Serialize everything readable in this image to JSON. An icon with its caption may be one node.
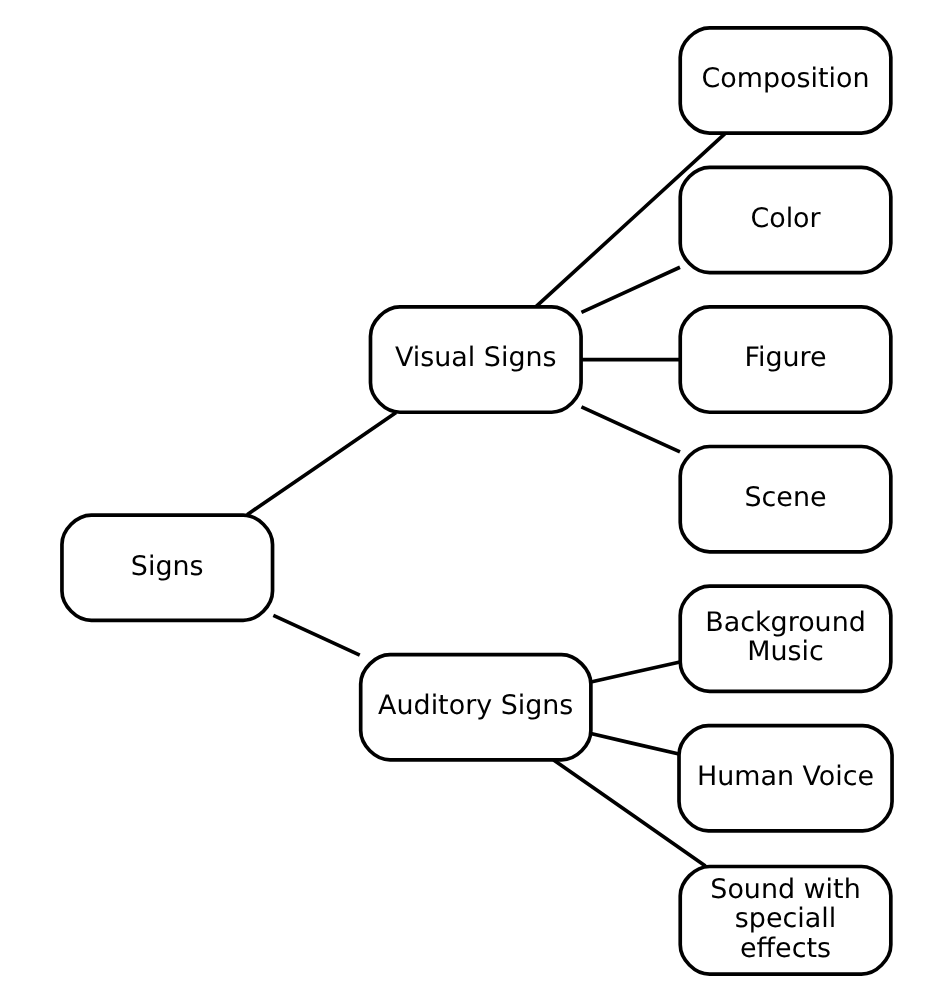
{
  "diagram": {
    "nodes": [
      {
        "text": [
          "Signs"
        ]
      },
      {
        "text": [
          "Visual Signs"
        ]
      },
      {
        "text": [
          "Auditory Signs"
        ]
      },
      {
        "text": [
          "Composition"
        ]
      },
      {
        "text": [
          "Color"
        ]
      },
      {
        "text": [
          "Figure"
        ]
      },
      {
        "text": [
          "Scene"
        ]
      },
      {
        "text": [
          "Background Music"
        ]
      },
      {
        "text": [
          "Human Voice"
        ]
      },
      {
        "text": [
          "Sound with speciall effects"
        ]
      }
    ],
    "edges": [
      {
        "from": 0,
        "to": 1,
        "arrow": "none"
      },
      {
        "from": 0,
        "to": 2,
        "arrow": "none"
      },
      {
        "from": 1,
        "to": 3,
        "arrow": "none"
      },
      {
        "from": 1,
        "to": 4,
        "arrow": "none"
      },
      {
        "from": 1,
        "to": 5,
        "arrow": "none"
      },
      {
        "from": 1,
        "to": 6,
        "arrow": "none"
      },
      {
        "from": 2,
        "to": 7,
        "arrow": "none"
      },
      {
        "from": 2,
        "to": 8,
        "arrow": "none"
      },
      {
        "from": 2,
        "to": 9,
        "arrow": "none"
      }
    ]
  }
}
